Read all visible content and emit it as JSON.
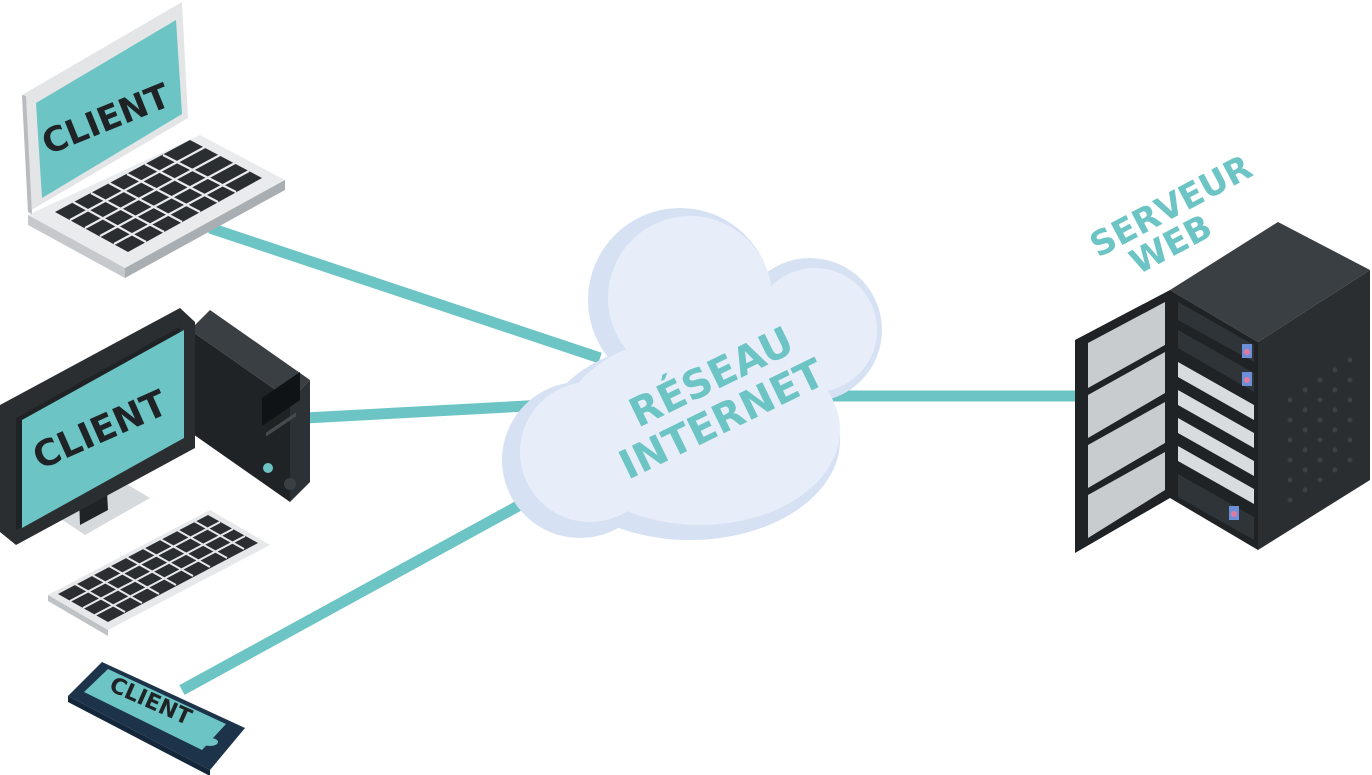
{
  "nodes": {
    "laptop_label": "CLIENT",
    "desktop_label": "CLIENT",
    "phone_label": "CLIENT",
    "cloud_label_line1": "RÉSEAU",
    "cloud_label_line2": "INTERNET",
    "server_label_line1": "SERVEUR",
    "server_label_line2": "WEB"
  },
  "connections": [
    {
      "from": "laptop",
      "to": "cloud"
    },
    {
      "from": "desktop",
      "to": "cloud"
    },
    {
      "from": "phone",
      "to": "cloud"
    },
    {
      "from": "cloud",
      "to": "server"
    }
  ],
  "colors": {
    "link": "#6cc4c4",
    "screen": "#6cc4c4",
    "device_dark": "#1f2326",
    "cloud": "#e4ecf8",
    "label_teal": "#6cc4c4"
  },
  "icons": [
    "laptop-icon",
    "desktop-computer-icon",
    "smartphone-icon",
    "cloud-icon",
    "server-rack-icon"
  ]
}
